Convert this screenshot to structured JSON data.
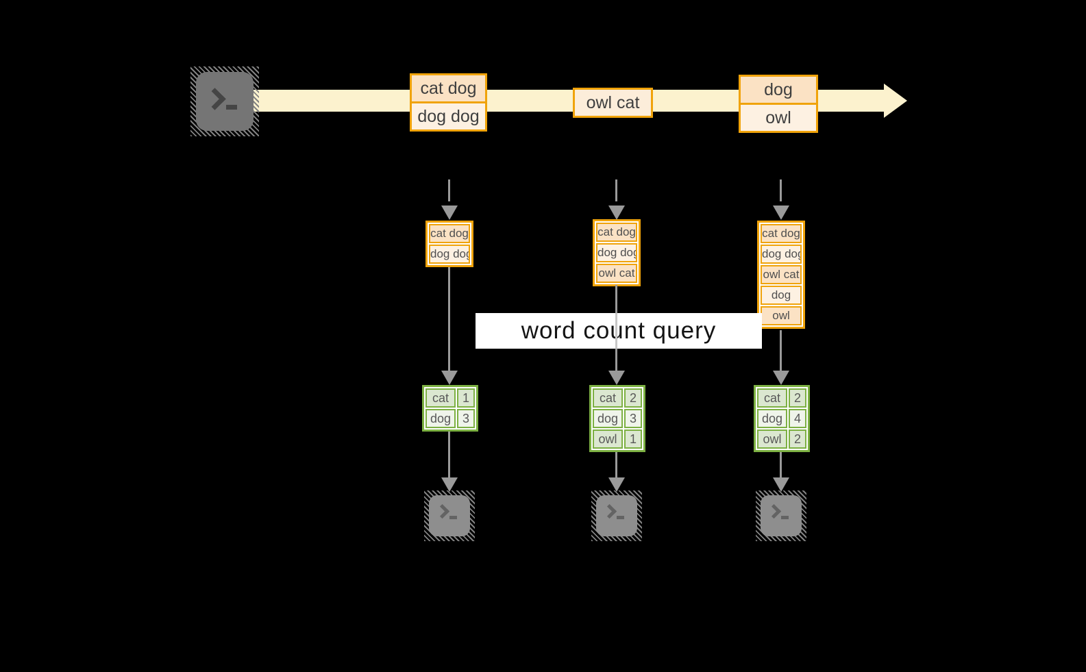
{
  "query": {
    "label": "word count query"
  },
  "stream": {
    "messages": [
      {
        "lines": [
          "cat dog",
          "dog dog"
        ]
      },
      {
        "lines": [
          "owl cat"
        ]
      },
      {
        "lines": [
          "dog",
          "owl"
        ]
      }
    ]
  },
  "columns": [
    {
      "state": [
        "cat dog",
        "dog dog"
      ],
      "counts": [
        {
          "word": "cat",
          "count": "1"
        },
        {
          "word": "dog",
          "count": "3"
        }
      ]
    },
    {
      "state": [
        "cat dog",
        "dog dog",
        "owl cat"
      ],
      "counts": [
        {
          "word": "cat",
          "count": "2"
        },
        {
          "word": "dog",
          "count": "3"
        },
        {
          "word": "owl",
          "count": "1"
        }
      ]
    },
    {
      "state": [
        "cat dog",
        "dog dog",
        "owl cat",
        "dog",
        "owl"
      ],
      "counts": [
        {
          "word": "cat",
          "count": "2"
        },
        {
          "word": "dog",
          "count": "4"
        },
        {
          "word": "owl",
          "count": "2"
        }
      ]
    }
  ],
  "icons": {
    "source": "terminal-icon",
    "sinks": [
      "terminal-icon",
      "terminal-icon",
      "terminal-icon"
    ]
  },
  "colors": {
    "background": "#000000",
    "stream_band": "#fcf2ce",
    "orange_border": "#f0a30a",
    "cell_peach": "#fbe2c4",
    "cell_cream": "#fdf1e2",
    "cell_mid": "#fcedda",
    "green_border": "#7cb042",
    "green_cell_dark": "#dbe7d0",
    "green_cell_light": "#eff4ea",
    "arrow_gray": "#9a9a9a",
    "label_bg": "#ffffff",
    "label_text": "#141414",
    "terminal_source_gray": "#757575",
    "terminal_sink_gray": "#8e8e8e"
  }
}
